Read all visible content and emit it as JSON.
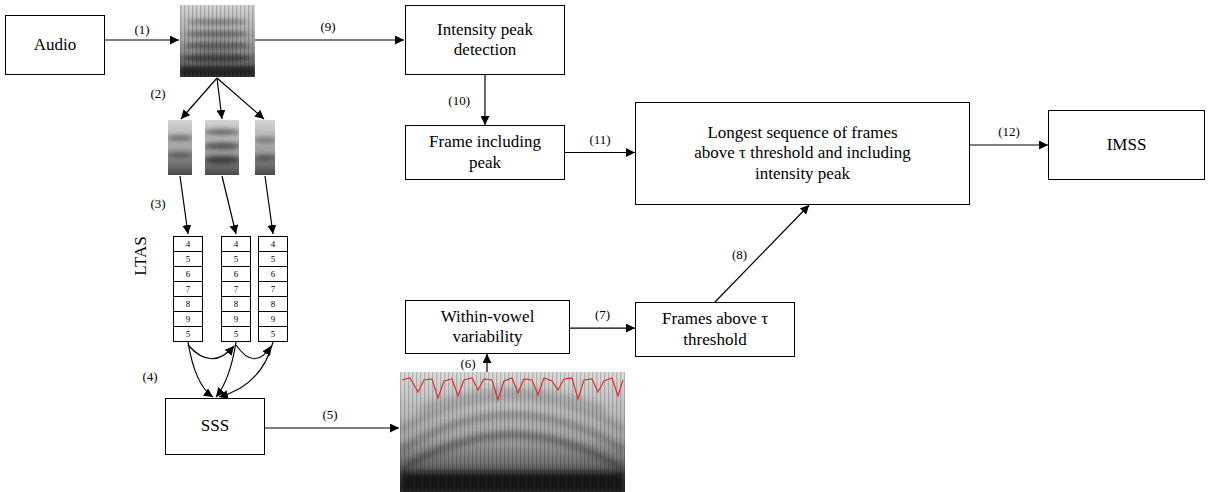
{
  "diagram": {
    "nodes": [
      {
        "text": [
          "Audio"
        ]
      },
      {
        "text": [
          "Intensity peak detection"
        ]
      },
      {
        "text": [
          "Frame including peak"
        ]
      },
      {
        "text": [
          "Longest sequence of frames above τ threshold and including intensity peak"
        ]
      },
      {
        "text": [
          "IMSS"
        ]
      },
      {
        "text": [
          "Within-vowel variability"
        ]
      },
      {
        "text": [
          "Frames above τ threshold"
        ]
      },
      {
        "text": [
          "SSS"
        ]
      }
    ],
    "edges": [
      {
        "from": 1,
        "to": 2,
        "label": "(10)",
        "arrow": "to"
      },
      {
        "from": 2,
        "to": 3,
        "label": "(11)",
        "arrow": "to"
      },
      {
        "from": 3,
        "to": 4,
        "label": "(12)",
        "arrow": "to"
      },
      {
        "from": 5,
        "to": 6,
        "label": "(7)",
        "arrow": "to"
      },
      {
        "from": 6,
        "to": 3,
        "label": "(8)",
        "arrow": "to"
      }
    ],
    "labels": [
      "(1)",
      "(2)",
      "(3)",
      "LTAS",
      "4",
      "5",
      "6",
      "7",
      "8",
      "9",
      "5",
      "4",
      "5",
      "6",
      "7",
      "8",
      "9",
      "5",
      "4",
      "5",
      "6",
      "7",
      "8",
      "9",
      "5",
      "(4)",
      "(5)",
      "(6)",
      "(9)"
    ]
  }
}
